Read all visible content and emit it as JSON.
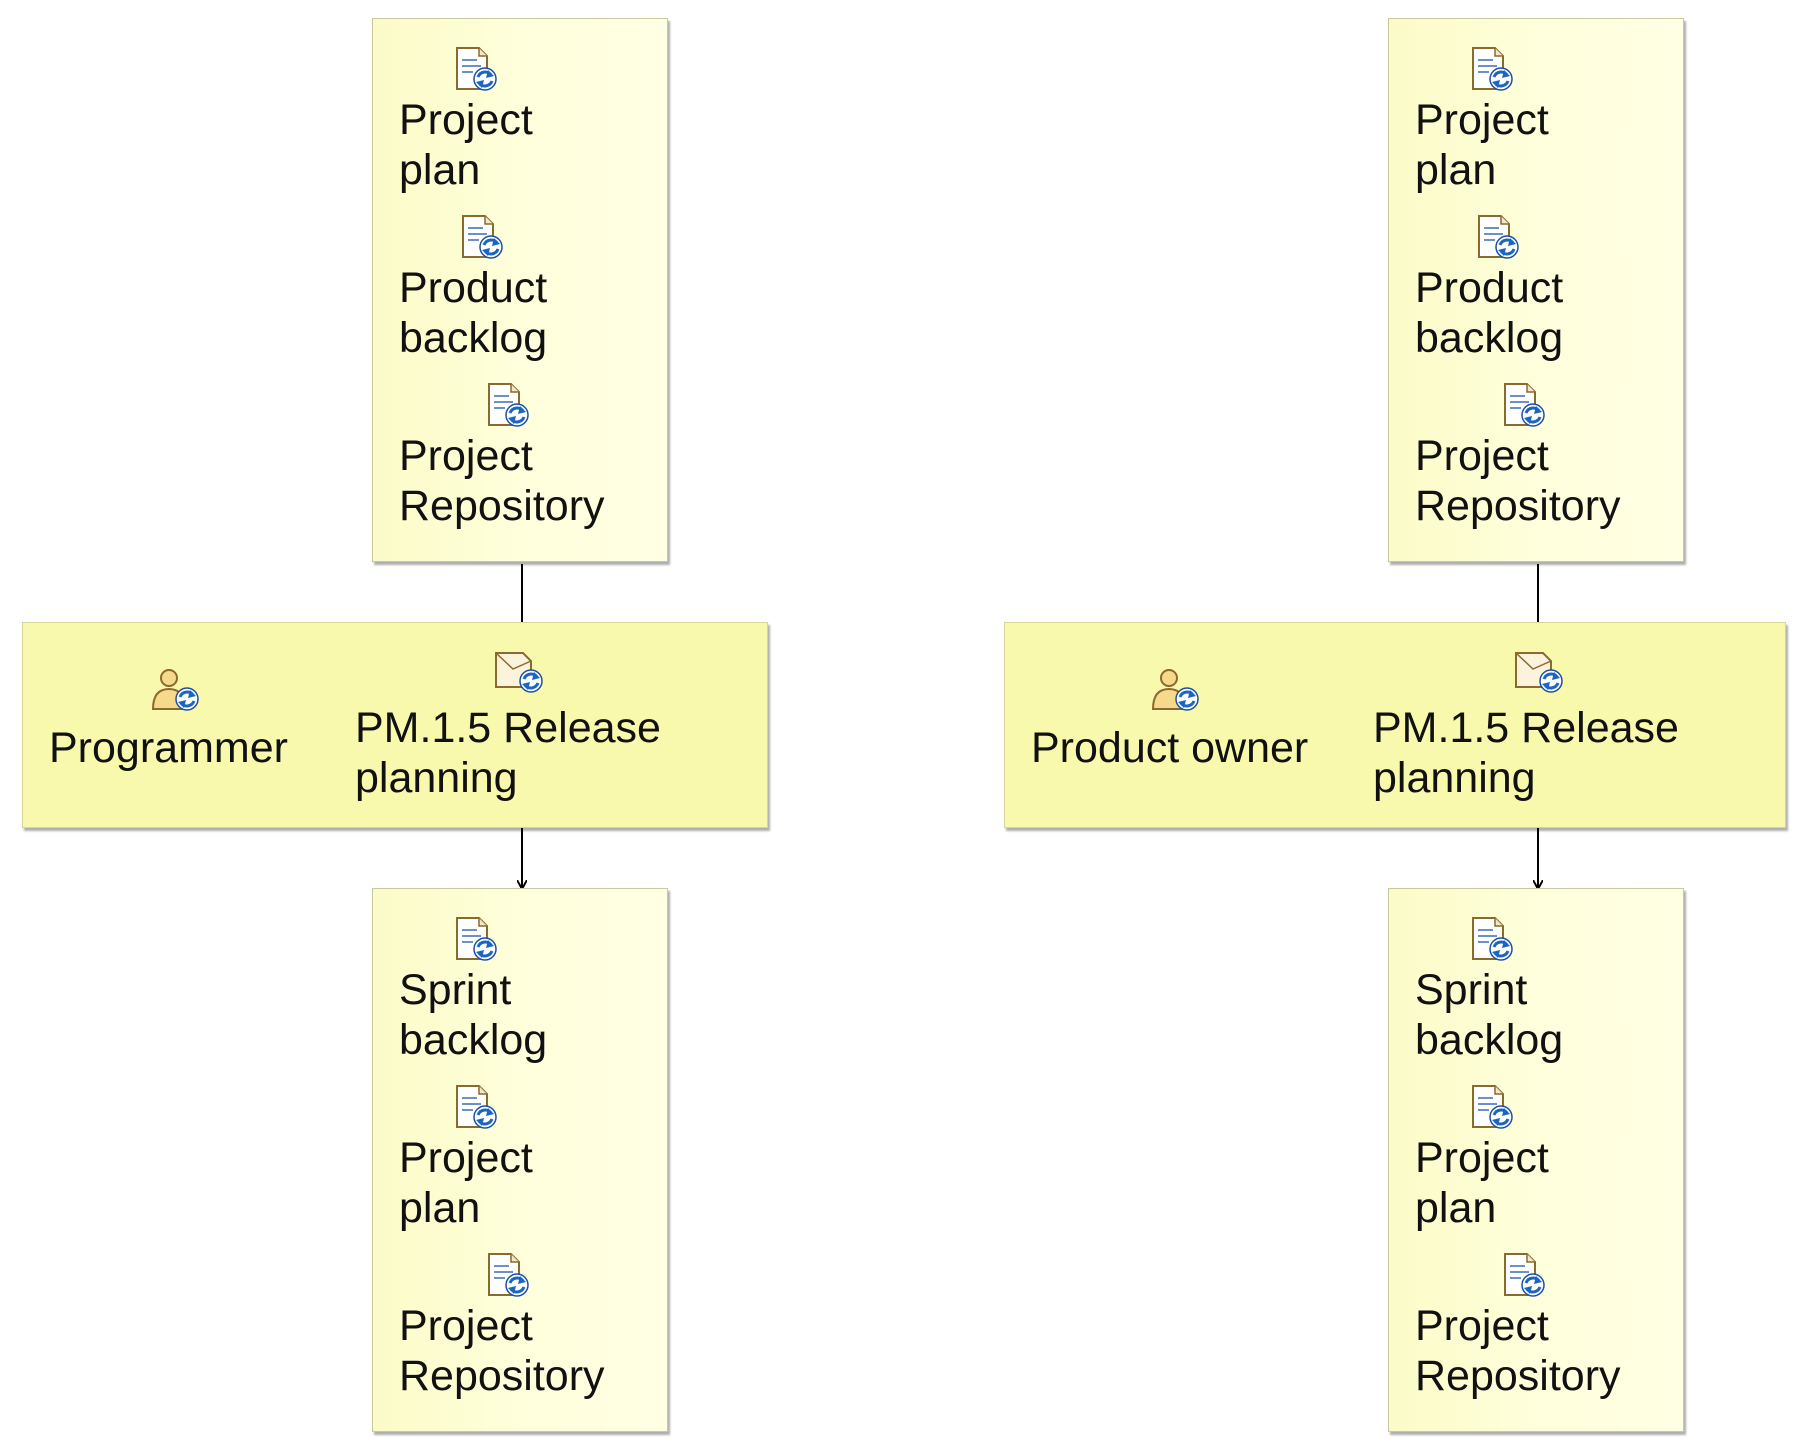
{
  "diagrams": [
    {
      "role": "Programmer",
      "task": {
        "line1": "PM.1.5 Release",
        "line2": "planning"
      },
      "inputs": [
        {
          "line1": "Project",
          "line2": "plan"
        },
        {
          "line1": "Product",
          "line2": "backlog"
        },
        {
          "line1": "Project",
          "line2": "Repository"
        }
      ],
      "outputs": [
        {
          "line1": "Sprint",
          "line2": "backlog"
        },
        {
          "line1": "Project",
          "line2": "plan"
        },
        {
          "line1": "Project",
          "line2": "Repository"
        }
      ]
    },
    {
      "role": "Product owner",
      "task": {
        "line1": "PM.1.5 Release",
        "line2": "planning"
      },
      "inputs": [
        {
          "line1": "Project",
          "line2": "plan"
        },
        {
          "line1": "Product",
          "line2": "backlog"
        },
        {
          "line1": "Project",
          "line2": "Repository"
        }
      ],
      "outputs": [
        {
          "line1": "Sprint",
          "line2": "backlog"
        },
        {
          "line1": "Project",
          "line2": "plan"
        },
        {
          "line1": "Project",
          "line2": "Repository"
        }
      ]
    }
  ],
  "icons": {
    "work_product": "work-product-icon",
    "role": "role-icon",
    "task": "task-icon"
  },
  "colors": {
    "box_fill": "#ffffdd",
    "task_fill": "#f9f9ae",
    "arrow": "#000000"
  }
}
